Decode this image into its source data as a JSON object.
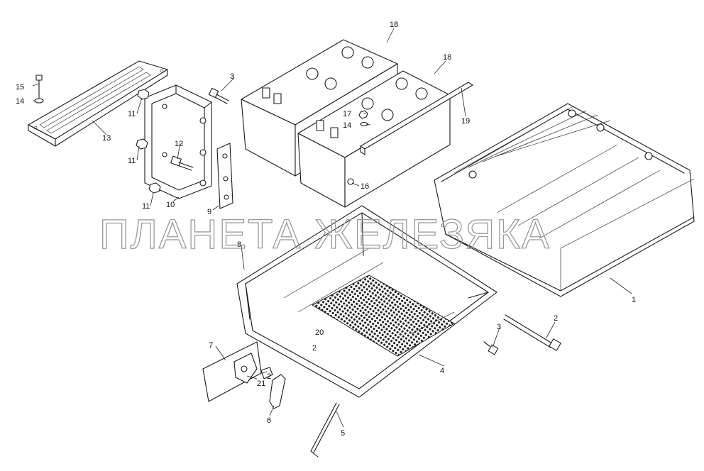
{
  "watermark": "ПЛАНЕТА ЖЕЛЕЗЯКА",
  "callouts": {
    "c1": "1",
    "c2": "2",
    "c2b": "2",
    "c2c": "2",
    "c3a": "3",
    "c3b": "3",
    "c4": "4",
    "c5": "5",
    "c6": "6",
    "c7": "7",
    "c8": "8",
    "c9": "9",
    "c10": "10",
    "c11a": "11",
    "c11b": "11",
    "c11c": "11",
    "c12": "12",
    "c13": "13",
    "c14a": "14",
    "c14b": "14",
    "c15": "15",
    "c16": "16",
    "c17": "17",
    "c18a": "18",
    "c18b": "18",
    "c19": "19",
    "c20": "20",
    "c21": "21"
  }
}
